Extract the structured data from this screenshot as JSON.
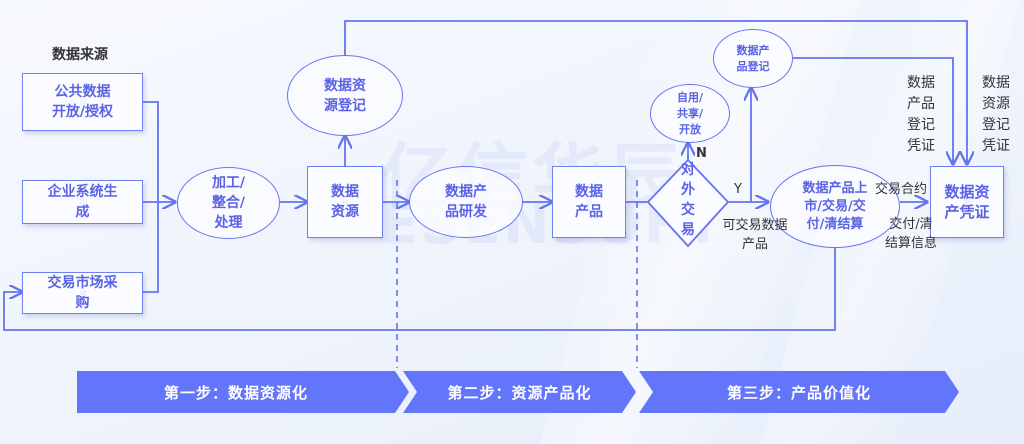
{
  "diagram": {
    "source_heading": "数据来源",
    "sources": [
      {
        "id": "public",
        "label": "公共数据\n开放/授权"
      },
      {
        "id": "enterprise",
        "label": "企业系统生\n成"
      },
      {
        "id": "market",
        "label": "交易市场采\n购"
      }
    ],
    "nodes": {
      "process": "加工/\n整合/\n处理",
      "data_resource": "数据\n资源",
      "resource_register": "数据资\n源登记",
      "product_dev": "数据产\n品研发",
      "data_product": "数据\n产品",
      "external_trade": "对\n外\n交\n易",
      "self_use": "自用/\n共享/\n开放",
      "product_register": "数据产\n品登记",
      "market_listing": "数据产品上\n市/交易/交\n付/清结算",
      "asset_cert": "数据资\n产凭证"
    },
    "edge_labels": {
      "no": "N",
      "yes": "Y",
      "tradable_product": "可交易数据\n产品",
      "trade_contract": "交易合约",
      "delivery_info": "交付/清\n结算信息",
      "product_register_cert": "数据\n产品\n登记\n凭证",
      "resource_register_cert": "数据\n资源\n登记\n凭证"
    },
    "steps": [
      {
        "label": "第一步：数据资源化"
      },
      {
        "label": "第二步：资源产品化"
      },
      {
        "label": "第三步：产品价值化"
      }
    ],
    "watermark": {
      "cn": "亿信华辰",
      "en": "ESENSOFT"
    },
    "colors": {
      "line": "#6474f0",
      "node_text": "#5a63e6",
      "step_fill": "#6275fb",
      "label_text": "#333333"
    }
  }
}
